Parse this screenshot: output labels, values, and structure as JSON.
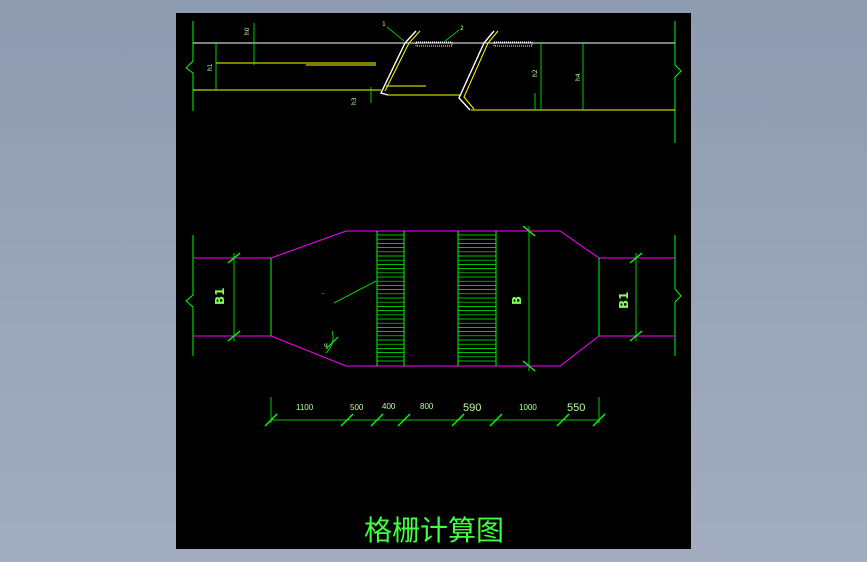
{
  "colors": {
    "background": "#000000",
    "screen": "#9aa6b9",
    "green": "#00ff00",
    "yellow": "#ffff00",
    "magenta": "#ff00ff",
    "white": "#ffffff"
  },
  "profile": {
    "leaders": [
      "1",
      "2"
    ],
    "dims": [
      "h0",
      "h1",
      "h2",
      "h3",
      "h4"
    ]
  },
  "plan": {
    "labels": [
      "B1",
      "B",
      "B1"
    ],
    "marks": [
      "-",
      "α"
    ]
  },
  "dimensions": [
    "1100",
    "500",
    "400",
    "800",
    "590",
    "1000",
    "550"
  ],
  "title": "格栅计算图"
}
